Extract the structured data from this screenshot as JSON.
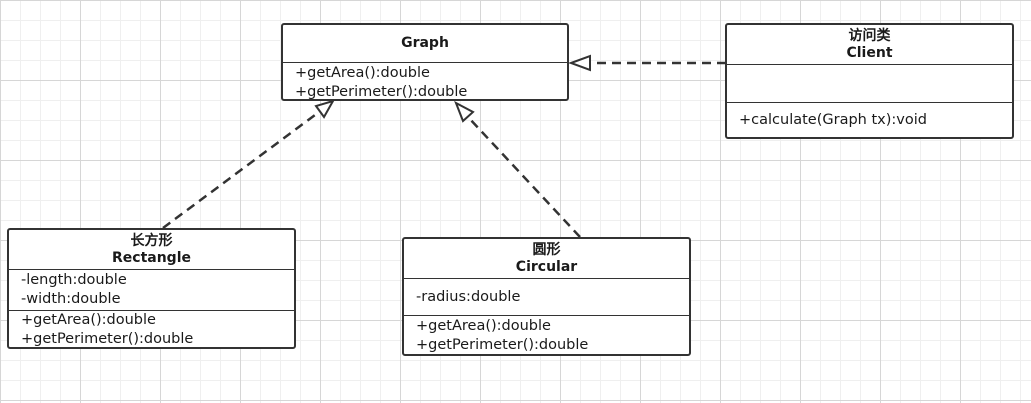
{
  "classes": {
    "graph": {
      "name": "Graph",
      "operations": [
        "+getArea():double",
        "+getPerimeter():double"
      ]
    },
    "client": {
      "stereotype": "访问类",
      "name": "Client",
      "operations": [
        "+calculate(Graph tx):void"
      ]
    },
    "rectangle": {
      "stereotype": "长方形",
      "name": "Rectangle",
      "attributes": [
        "-length:double",
        "-width:double"
      ],
      "operations": [
        "+getArea():double",
        "+getPerimeter():double"
      ]
    },
    "circular": {
      "stereotype": "圆形",
      "name": "Circular",
      "attributes": [
        "-radius:double"
      ],
      "operations": [
        "+getArea():double",
        "+getPerimeter():double"
      ]
    }
  },
  "relations": [
    {
      "from": "client",
      "to": "graph",
      "type": "dependency"
    },
    {
      "from": "rectangle",
      "to": "graph",
      "type": "realization"
    },
    {
      "from": "circular",
      "to": "graph",
      "type": "realization"
    }
  ],
  "colors": {
    "stroke": "#333333",
    "grid_major": "#d6d6d6",
    "grid_minor": "#efefef"
  }
}
